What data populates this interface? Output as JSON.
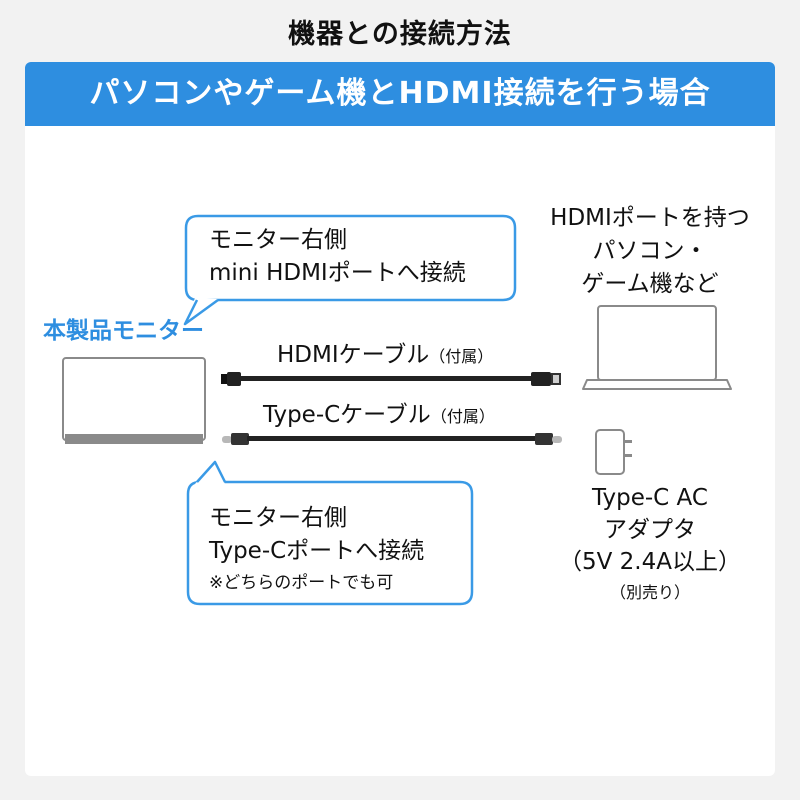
{
  "page": {
    "title": "機器との接続方法",
    "banner": "パソコンやゲーム機とHDMI接続を行う場合"
  },
  "bubble_top": {
    "line1": "モニター右側",
    "line2": "mini HDMIポートへ接続"
  },
  "bubble_bottom": {
    "line1": "モニター右側",
    "line2": "Type-Cポートへ接続",
    "note": "※どちらのポートでも可"
  },
  "monitor": {
    "label": "本製品モニター"
  },
  "laptop": {
    "line1": "HDMIポートを持つ",
    "line2": "パソコン・",
    "line3": "ゲーム機など"
  },
  "cables": {
    "hdmi": {
      "name": "HDMIケーブル",
      "note": "（付属）"
    },
    "typec": {
      "name": "Type-Cケーブル",
      "note": "（付属）"
    }
  },
  "adapter": {
    "line1": "Type-C AC",
    "line2": "アダプタ",
    "line3": "（5V 2.4A以上）",
    "note": "（別売り）"
  },
  "colors": {
    "accent": "#2e8ee0",
    "background": "#f2f2f2",
    "card": "#ffffff",
    "bubble_border": "#3a9ae6",
    "device": "#888888"
  },
  "icons": [
    "monitor-icon",
    "laptop-icon",
    "hdmi-cable-icon",
    "typec-cable-icon",
    "ac-adapter-icon"
  ]
}
